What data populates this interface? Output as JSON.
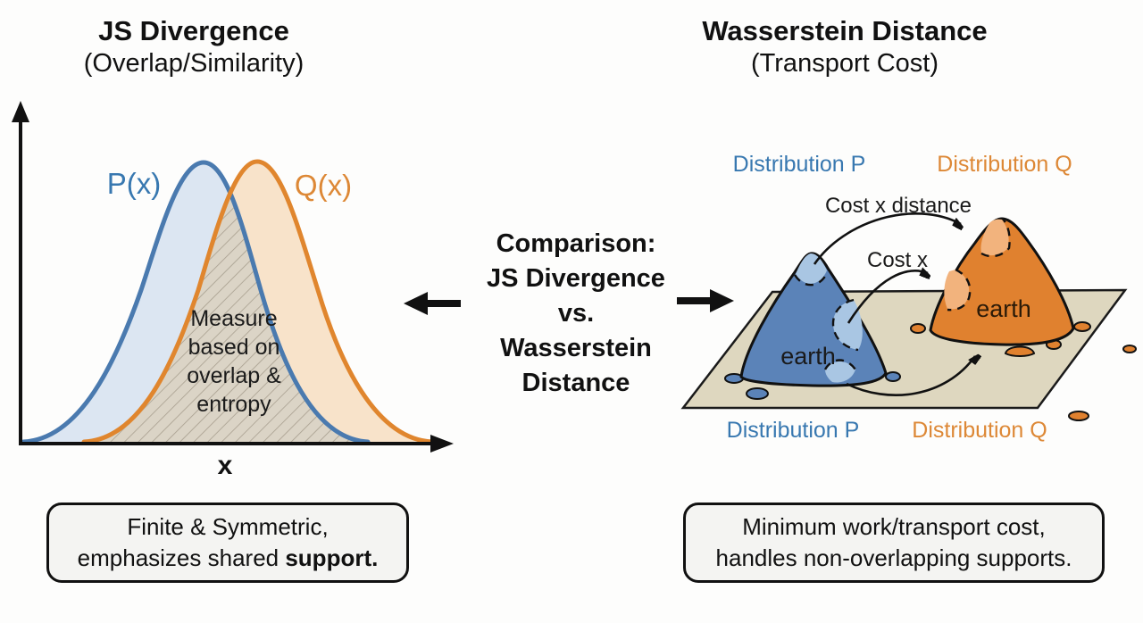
{
  "titles": {
    "left": {
      "line1": "JS Divergence",
      "line2": "(Overlap/Similarity)"
    },
    "right": {
      "line1": "Wasserstein Distance",
      "line2": "(Transport Cost)"
    }
  },
  "left_chart": {
    "p_label": "P(x)",
    "q_label": "Q(x)",
    "overlap_text": {
      "line1": "Measure",
      "line2": "based on",
      "line3": "overlap &",
      "line4": "entropy"
    },
    "x_axis_label": "x"
  },
  "center": {
    "line1": "Comparison:",
    "line2": "JS Divergence",
    "line3": "vs.",
    "line4": "Wasserstein",
    "line5": "Distance"
  },
  "right_diagram": {
    "top_label_p": "Distribution P",
    "top_label_q": "Distribution Q",
    "arrow1_label": "Cost x distance",
    "arrow2_label": "Cost x",
    "pile_p_label": "earth",
    "pile_q_label": "earth",
    "bottom_label_p": "Distribution P",
    "bottom_label_q": "Distribution Q"
  },
  "boxes": {
    "left": {
      "line1": "Finite & Symmetric,",
      "line2_normal": "emphasizes shared ",
      "line2_bold": "support."
    },
    "right": {
      "line1": "Minimum work/transport cost,",
      "line2": "handles non-overlapping supports."
    }
  },
  "colors": {
    "curve_blue": "#4a7aaf",
    "curve_blue_fill": "#dce6f2",
    "curve_orange": "#e0862e",
    "curve_orange_fill": "#f8e3ca",
    "overlap_hatch_bg": "#dbd4c6",
    "overlap_hatch_line": "#a89f8f",
    "label_blue": "#3878b0",
    "label_orange": "#dd8836",
    "plane_fill": "#ded7bf",
    "pile_blue": "#5b83b8",
    "pile_blue_light": "#a9c6e3",
    "pile_orange": "#e0812f",
    "pile_orange_light": "#f2b37d",
    "ink": "#111111"
  }
}
